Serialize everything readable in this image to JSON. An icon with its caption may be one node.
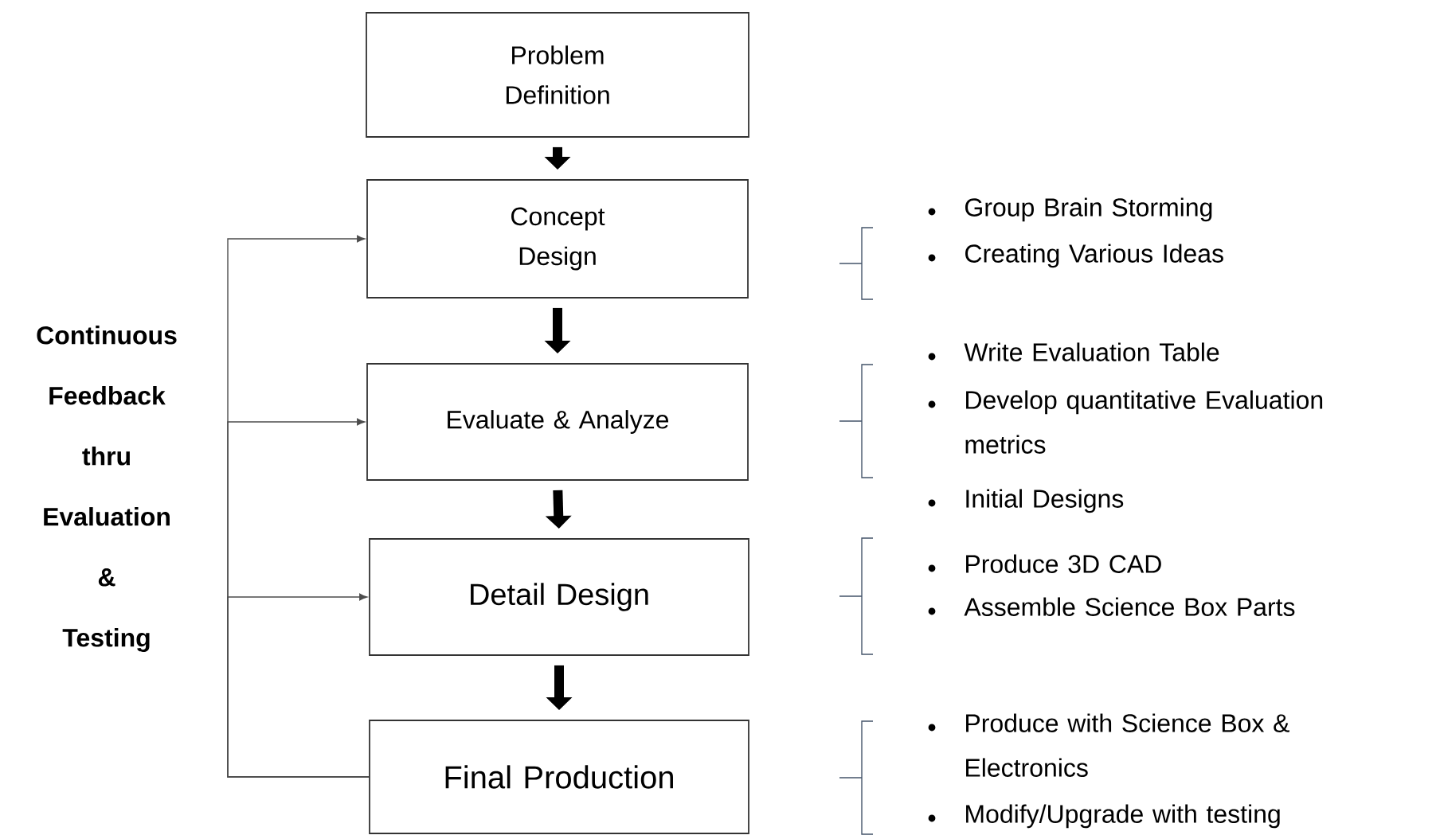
{
  "diagram": {
    "nodes": [
      {
        "text": [
          "Problem Definition"
        ]
      },
      {
        "text": [
          "Concept Design"
        ]
      },
      {
        "text": [
          "Evaluate & Analyze"
        ]
      },
      {
        "text": [
          "Detail Design"
        ]
      },
      {
        "text": [
          "Final Production"
        ]
      }
    ],
    "edges": [
      {
        "from": 0,
        "to": 1,
        "arrow": "to"
      },
      {
        "from": 1,
        "to": 2,
        "arrow": "to"
      },
      {
        "from": 2,
        "to": 3,
        "arrow": "to"
      },
      {
        "from": 3,
        "to": 4,
        "arrow": "to"
      },
      {
        "from": 4,
        "to": 1,
        "arrow": "to"
      },
      {
        "from": 4,
        "to": 2,
        "arrow": "to"
      },
      {
        "from": 4,
        "to": 3,
        "arrow": "to"
      }
    ],
    "labels": [
      "Continuous Feedback thru Evaluation & Testing",
      "Group Brain Storming",
      "Creating Various Ideas",
      "Write Evaluation Table",
      "Develop quantitative Evaluation metrics",
      "Initial Designs",
      "Produce 3D CAD",
      "Assemble Science Box Parts",
      "Produce with Science Box & Electronics",
      "Modify/Upgrade with testing"
    ]
  }
}
